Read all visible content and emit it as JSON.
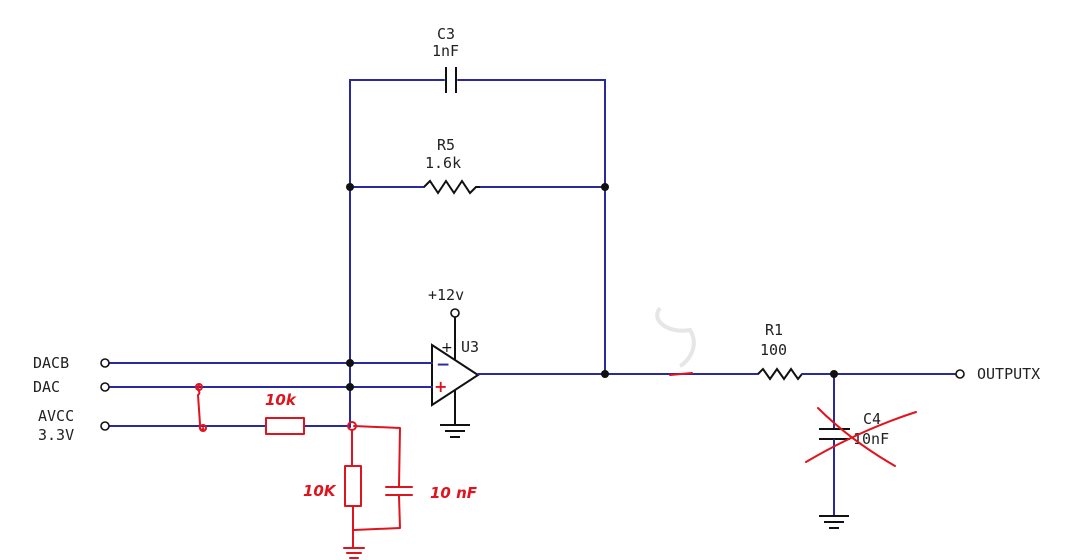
{
  "labels": {
    "c3_ref": "C3",
    "c3_val": "1nF",
    "r5_ref": "R5",
    "r5_val": "1.6k",
    "supply": "+12v",
    "u3": "U3",
    "r1_ref": "R1",
    "r1_val": "100",
    "c4_ref": "C4",
    "c4_val": "10nF",
    "dacb": "DACB",
    "dac": "DAC",
    "avcc_1": "AVCC",
    "avcc_2": "3.3V",
    "output": "OUTPUTX",
    "opamp_minus": "−",
    "opamp_plus": "+"
  },
  "annotations": {
    "r_top": "10k",
    "r_bottom": "10K",
    "c_new": "10 nF"
  },
  "colors": {
    "wire": "#2a2aa0",
    "component": "#111111",
    "annotation": "#e0141e",
    "background": "#ffffff"
  }
}
